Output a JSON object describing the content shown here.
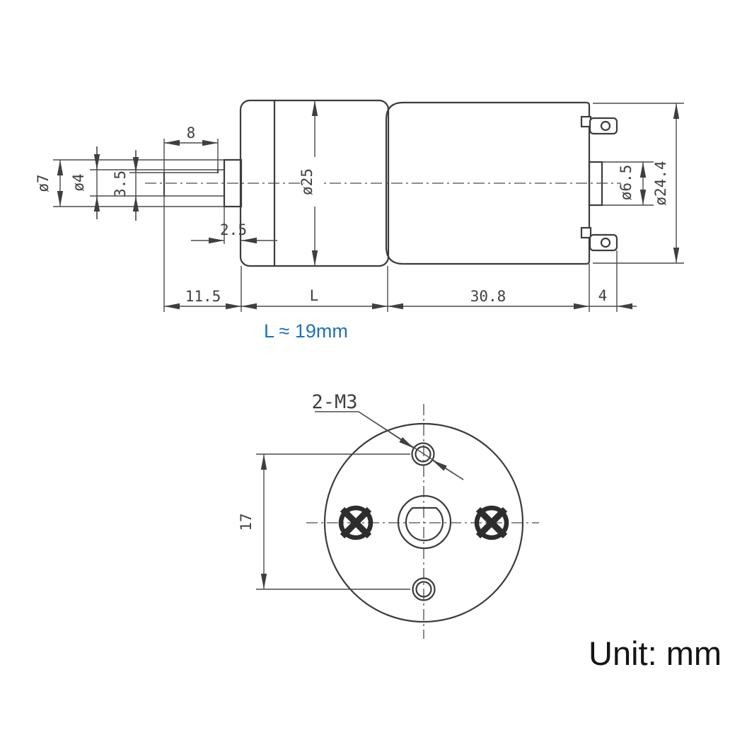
{
  "drawing": {
    "accent_color": "#1e72b7",
    "line_color": "#3c3c3c"
  },
  "side_view": {
    "dim_flat_length": "8",
    "dim_shaft_outer_dia": "ø7",
    "dim_shaft_dia": "ø4",
    "dim_flat_height": "3.5",
    "dim_boss_length": "2.5",
    "dim_gearbox_dia": "ø25",
    "dim_shaft_length": "11.5",
    "dim_gearbox_length": "L",
    "dim_motor_length": "30.8",
    "dim_terminal_length": "4",
    "dim_rear_shaft_dia": "ø6.5",
    "dim_motor_dia": "ø24.4",
    "note_gearbox_length": "L ≈ 19mm"
  },
  "front_view": {
    "label_mount_holes": "2-M3",
    "dim_hole_spacing": "17"
  },
  "footer": {
    "unit_note": "Unit: mm"
  }
}
